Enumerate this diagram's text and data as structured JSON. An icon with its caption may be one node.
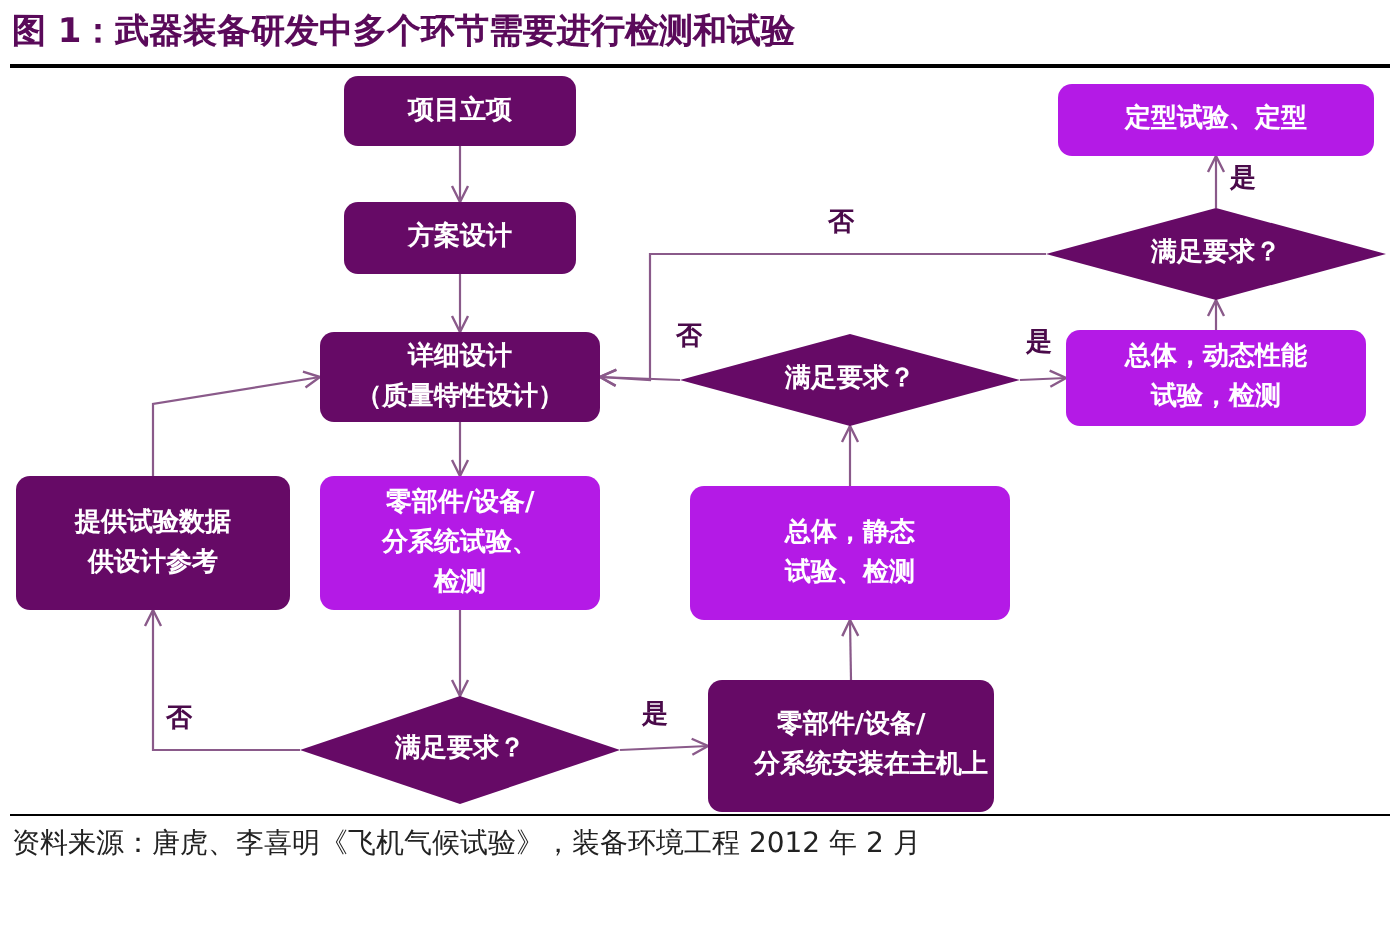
{
  "diagram": {
    "title": "图 1：武器装备研发中多个环节需要进行检测和试验",
    "caption": "资料来源：唐虎、李喜明《飞机气候试验》，装备环境工程 2012 年 2 月",
    "nodes": [
      {
        "text": [
          "项目立项"
        ]
      },
      {
        "text": [
          "方案设计"
        ]
      },
      {
        "text": [
          "详细设计（质量特性设计）"
        ]
      },
      {
        "text": [
          "提供试验数据供设计参考"
        ]
      },
      {
        "text": [
          "零部件/设备/分系统试验、检测"
        ]
      },
      {
        "text": [
          "满足要求？"
        ]
      },
      {
        "text": [
          "零部件/设备/分系统安装在主机上"
        ]
      },
      {
        "text": [
          "总体，静态试验、检测"
        ]
      },
      {
        "text": [
          "满足要求？"
        ]
      },
      {
        "text": [
          "总体，动态性能试验，检测"
        ]
      },
      {
        "text": [
          "满足要求？"
        ]
      },
      {
        "text": [
          "定型试验、定型"
        ]
      }
    ],
    "edges": [
      {
        "from": 0,
        "to": 1,
        "arrow": "to"
      },
      {
        "from": 1,
        "to": 2,
        "arrow": "to"
      },
      {
        "from": 2,
        "to": 4,
        "arrow": "to"
      },
      {
        "from": 4,
        "to": 5,
        "arrow": "to"
      },
      {
        "from": 5,
        "to": 3,
        "arrow": "to",
        "label": "否"
      },
      {
        "from": 3,
        "to": 2,
        "arrow": "to"
      },
      {
        "from": 5,
        "to": 6,
        "arrow": "to",
        "label": "是"
      },
      {
        "from": 6,
        "to": 7,
        "arrow": "to"
      },
      {
        "from": 7,
        "to": 8,
        "arrow": "to"
      },
      {
        "from": 8,
        "to": 2,
        "arrow": "to",
        "label": "否"
      },
      {
        "from": 8,
        "to": 9,
        "arrow": "to",
        "label": "是"
      },
      {
        "from": 9,
        "to": 10,
        "arrow": "to"
      },
      {
        "from": 10,
        "to": 11,
        "arrow": "to",
        "label": "是"
      },
      {
        "from": 10,
        "to": 2,
        "arrow": "to",
        "label": "否"
      }
    ]
  }
}
